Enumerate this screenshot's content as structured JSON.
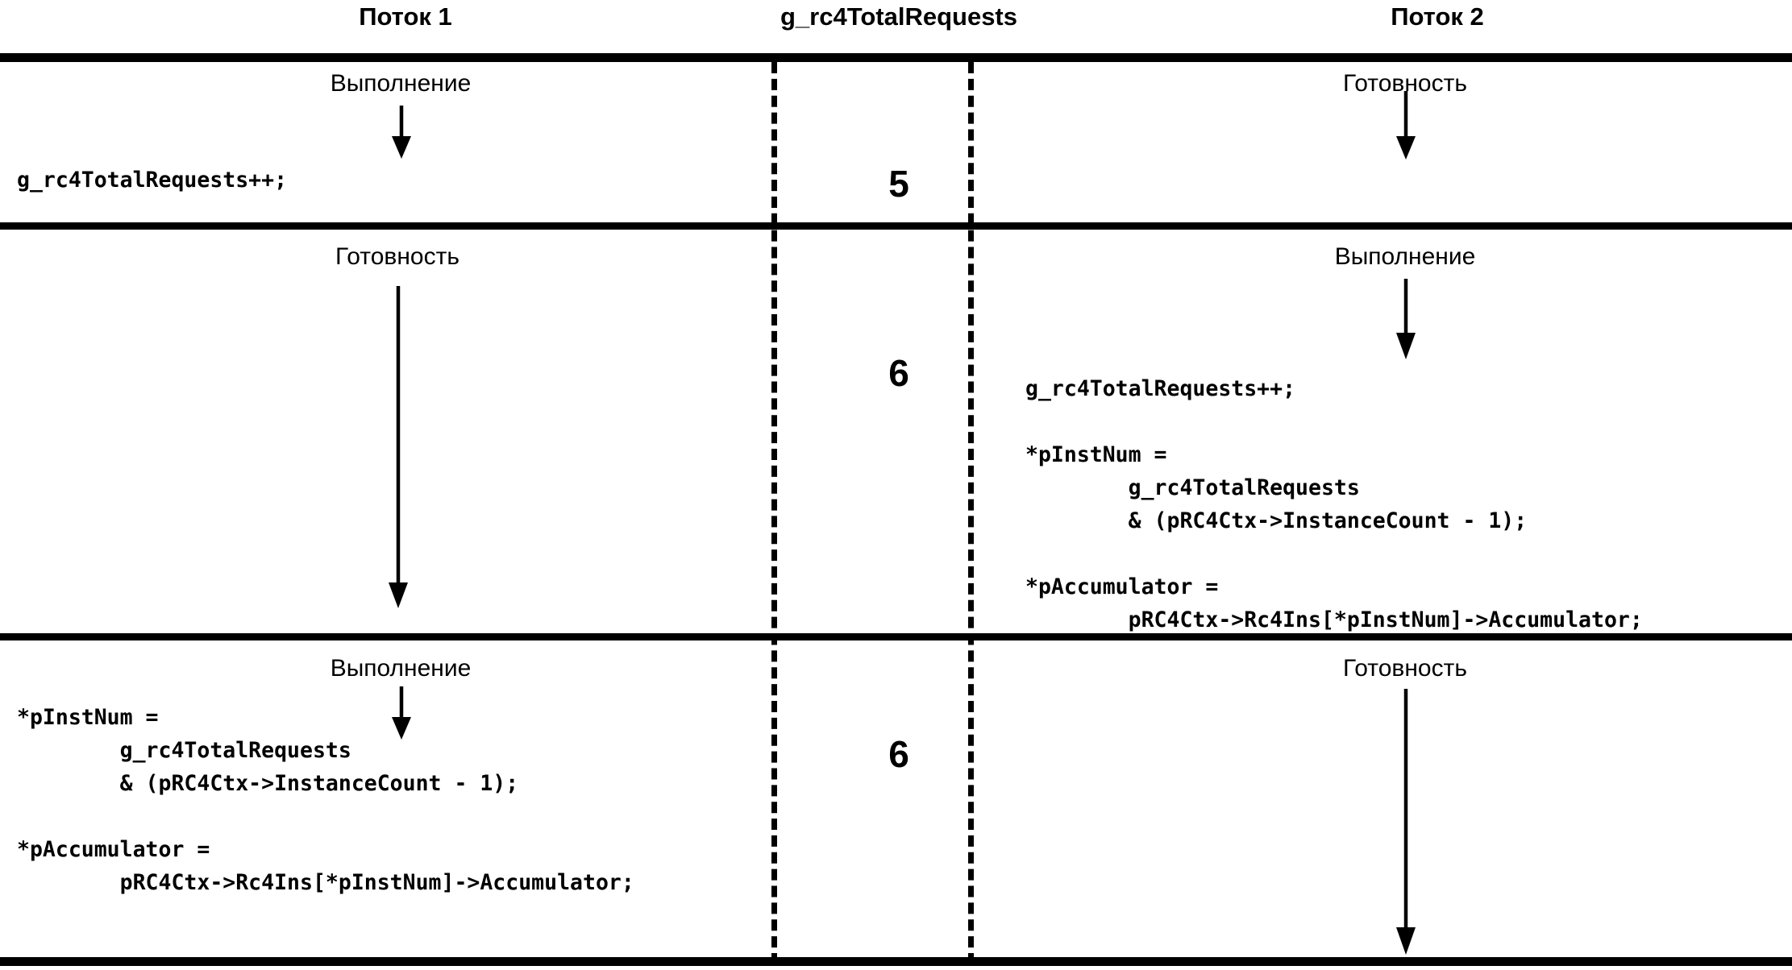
{
  "diagram": {
    "title_columns": {
      "thread1": "Поток 1",
      "shared_variable": "g_rc4TotalRequests",
      "thread2": "Поток 2"
    },
    "states": {
      "running": "Выполнение",
      "ready": "Готовность"
    },
    "rows": [
      {
        "id": "row-1",
        "thread1": {
          "state": "Выполнение",
          "arrow": "down-arrow",
          "code": "g_rc4TotalRequests++;"
        },
        "counter_value": "5",
        "thread2": {
          "state": "Готовность",
          "arrow": "down-arrow",
          "code": ""
        }
      },
      {
        "id": "row-2",
        "thread1": {
          "state": "Готовность",
          "arrow": "down-arrow",
          "code": ""
        },
        "counter_value": "6",
        "thread2": {
          "state": "Выполнение",
          "arrow": "down-arrow",
          "code": "g_rc4TotalRequests++;\n\n*pInstNum =\n        g_rc4TotalRequests\n        & (pRC4Ctx->InstanceCount - 1);\n\n*pAccumulator =\n        pRC4Ctx->Rc4Ins[*pInstNum]->Accumulator;"
        }
      },
      {
        "id": "row-3",
        "thread1": {
          "state": "Выполнение",
          "arrow": "down-arrow",
          "code": "*pInstNum =\n        g_rc4TotalRequests\n        & (pRC4Ctx->InstanceCount - 1);\n\n*pAccumulator =\n        pRC4Ctx->Rc4Ins[*pInstNum]->Accumulator;"
        },
        "counter_value": "6",
        "thread2": {
          "state": "Готовность",
          "arrow": "down-arrow",
          "code": ""
        }
      }
    ],
    "colors": {
      "ink": "#000000",
      "background": "#ffffff"
    }
  }
}
